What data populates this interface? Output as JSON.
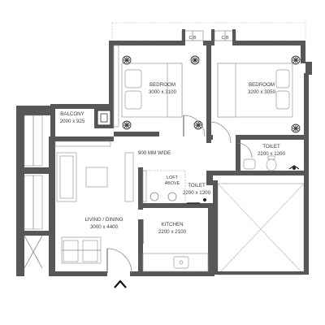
{
  "rooms": {
    "bedroom_1": {
      "name": "BEDROOM",
      "size": "3000 x 3100"
    },
    "bedroom_2": {
      "name": "BEDROOM",
      "size": "3200 x 3050"
    },
    "balcony": {
      "name": "BALCONY",
      "size": "2000 x 925"
    },
    "passage": {
      "name": "900 MM WIDE"
    },
    "toilet_1": {
      "name": "TOILET",
      "size": "2200 x 1200"
    },
    "toilet_2": {
      "name": "TOILET",
      "size": "2200 x 1200"
    },
    "loft": {
      "line1": "LOFT",
      "line2": "ABOVE"
    },
    "living": {
      "name": "LIVING / DINING",
      "size": "3000 x 4400"
    },
    "kitchen": {
      "name": "KITCHEN",
      "size": "2200 x 2100"
    }
  },
  "wardrobe_labels": [
    "C.B",
    "C.B"
  ],
  "icons": [
    "north-arrow-icon",
    "ceiling-fan-icon",
    "shower-icon",
    "wash-basin-icon",
    "wc-icon",
    "sink-icon"
  ]
}
